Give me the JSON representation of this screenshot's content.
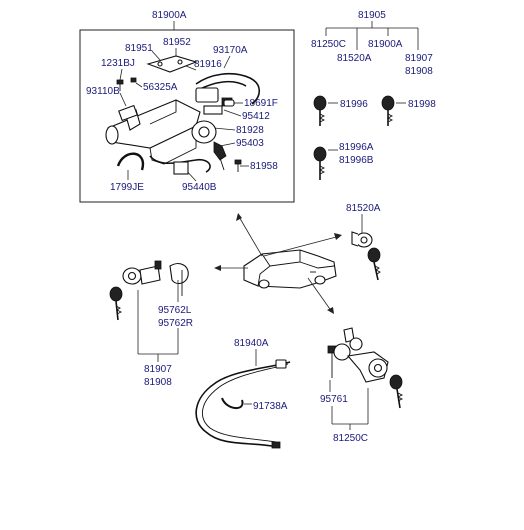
{
  "labels": {
    "a_81900A_top": "81900A",
    "a_81951": "81951",
    "a_81952": "81952",
    "a_93170A": "93170A",
    "a_1231BJ": "1231BJ",
    "a_81916": "81916",
    "a_56325A": "56325A",
    "a_93110B": "93110B",
    "a_18691F": "18691F",
    "a_95412": "95412",
    "a_81928": "81928",
    "a_95403": "95403",
    "a_81958": "81958",
    "a_1799JE": "1799JE",
    "a_95440B": "95440B",
    "b_81905": "81905",
    "b_81250C": "81250C",
    "b_81900A": "81900A",
    "b_81520A": "81520A",
    "b_81907": "81907",
    "b_81908": "81908",
    "c_81996": "81996",
    "c_81998": "81998",
    "c_81996A": "81996A",
    "c_81996B": "81996B",
    "d_81520A": "81520A",
    "e_95762L": "95762L",
    "e_95762R": "95762R",
    "e_81907": "81907",
    "e_81908": "81908",
    "f_81940A": "81940A",
    "f_91738A": "91738A",
    "g_95761": "95761",
    "g_81250C": "81250C"
  },
  "colors": {
    "label_text": "#1a1a7a",
    "line": "#222222",
    "background": "#ffffff"
  }
}
